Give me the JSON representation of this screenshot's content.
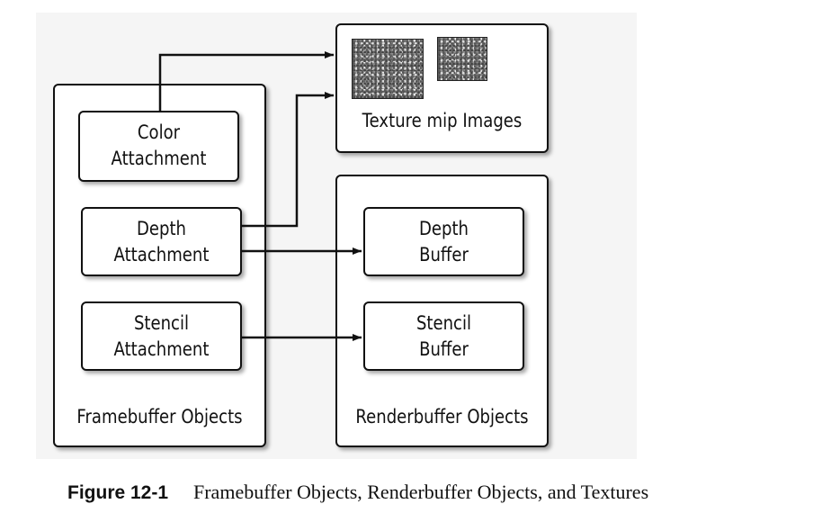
{
  "diagram": {
    "framebuffer_objects": "Framebuffer Objects",
    "renderbuffer_objects": "Renderbuffer Objects",
    "texture_mip_images": "Texture mip Images",
    "color_attachment": [
      "Color",
      "Attachment"
    ],
    "depth_attachment": [
      "Depth",
      "Attachment"
    ],
    "stencil_attachment": [
      "Stencil",
      "Attachment"
    ],
    "depth_buffer": [
      "Depth",
      "Buffer"
    ],
    "stencil_buffer": [
      "Stencil",
      "Buffer"
    ]
  },
  "caption": {
    "number": "Figure 12-1",
    "text": "Framebuffer Objects, Renderbuffer Objects, and Textures"
  }
}
